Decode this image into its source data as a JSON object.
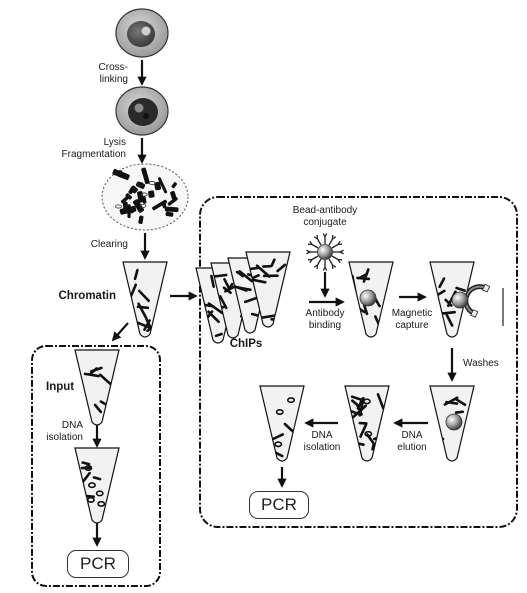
{
  "steps": {
    "crosslinking": "Cross-\nlinking",
    "lysis": "Lysis\nFragmentation",
    "clearing": "Clearing",
    "chromatin": "Chromatin",
    "input": "Input",
    "dna_isolation_left": "DNA\nisolation",
    "pcr_left": "PCR",
    "bead_antibody": "Bead-antibody\nconjugate",
    "antibody_binding": "Antibody\nbinding",
    "magnetic_capture": "Magnetic\ncapture",
    "chips": "ChIPs",
    "washes": "Washes",
    "dna_elution": "DNA\nelution",
    "dna_isolation_right": "DNA\nisolation",
    "pcr_right": "PCR"
  }
}
